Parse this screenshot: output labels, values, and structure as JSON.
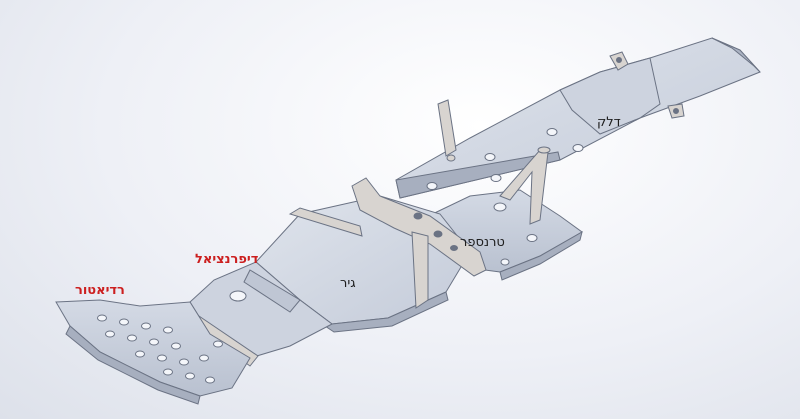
{
  "labels": {
    "fuel": "דלק",
    "transfer": "טרנספר",
    "gear": "גיר",
    "differential": "דיפרנציאל",
    "radiator": "רדיאטור"
  },
  "colors": {
    "plate_fill": "#c9d0dd",
    "plate_light": "#dfe4ec",
    "plate_shadow": "#a7afbf",
    "edge": "#6b7384",
    "bracket": "#d8d4d0",
    "hole": "#f4f6fa",
    "highlight_label": "#cc1f1f",
    "text_label": "#1d1d1d"
  }
}
